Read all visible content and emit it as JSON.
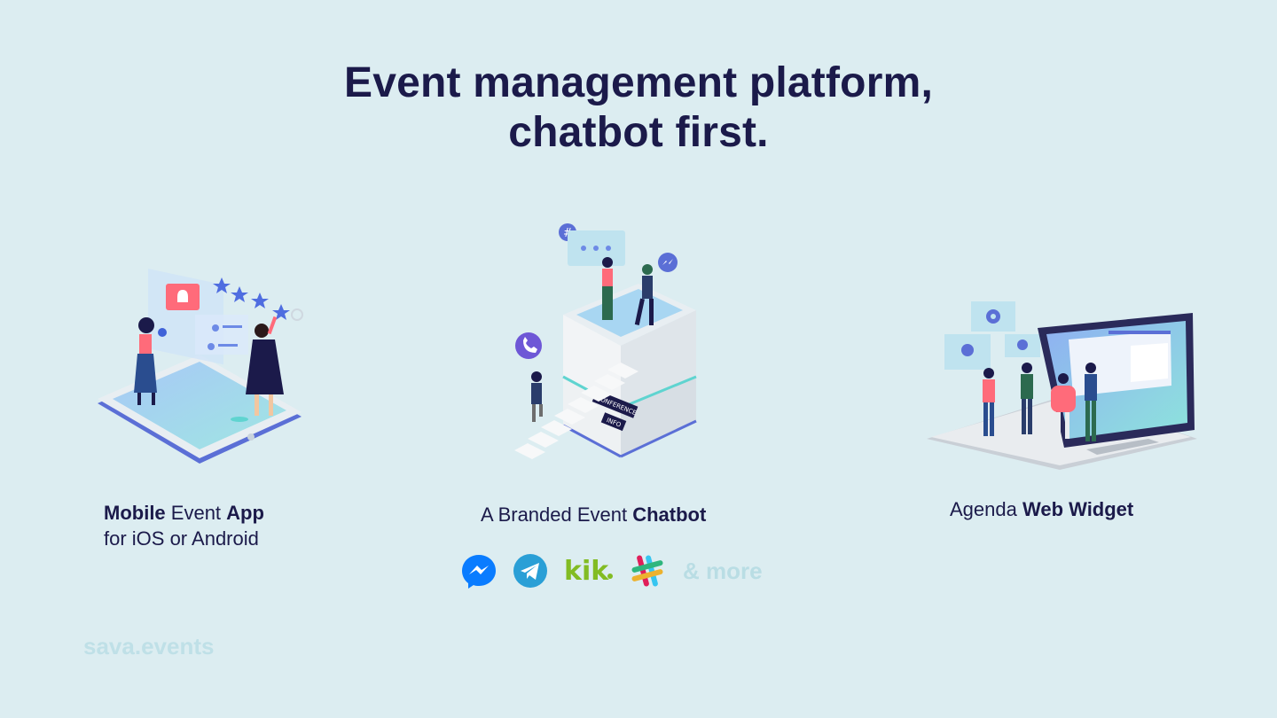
{
  "header": {
    "title_line1": "Event management platform,",
    "title_line2": "chatbot first."
  },
  "features": [
    {
      "name": "mobile-app",
      "caption_bold1": "Mobile",
      "caption_mid": " Event ",
      "caption_bold2": "App",
      "caption_line2": "for iOS or Android"
    },
    {
      "name": "chatbot",
      "caption_pre": "A Branded Event ",
      "caption_bold": "Chatbot",
      "platforms": [
        "messenger-icon",
        "telegram-icon",
        "kik-icon",
        "slack-icon"
      ],
      "more_label": "& more",
      "illustration_text": [
        "CONFERENCE",
        "INFO"
      ]
    },
    {
      "name": "web-widget",
      "caption_pre": "Agenda ",
      "caption_bold": "Web Widget"
    }
  ],
  "footer": {
    "brand": "sava.events"
  },
  "colors": {
    "background": "#dcedf1",
    "text": "#1b1a4a",
    "muted": "#bfe0e7",
    "accent_blue": "#3f62d8",
    "accent_teal": "#5fd4d0",
    "accent_pink": "#ff6b7a"
  }
}
